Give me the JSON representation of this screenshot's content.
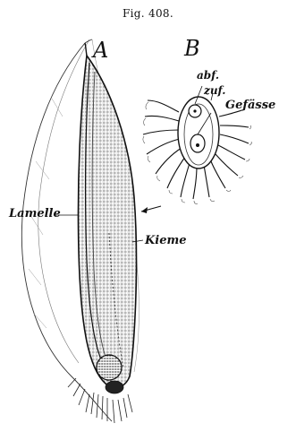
{
  "figure": {
    "caption": "Fig. 408.",
    "panel_a": "A",
    "panel_b": "B",
    "labels": {
      "lamelle": "Lamelle",
      "kieme": "Kieme",
      "abf": "abf.",
      "zuf": "zuf.",
      "gefaesse": "Gefässe"
    }
  }
}
